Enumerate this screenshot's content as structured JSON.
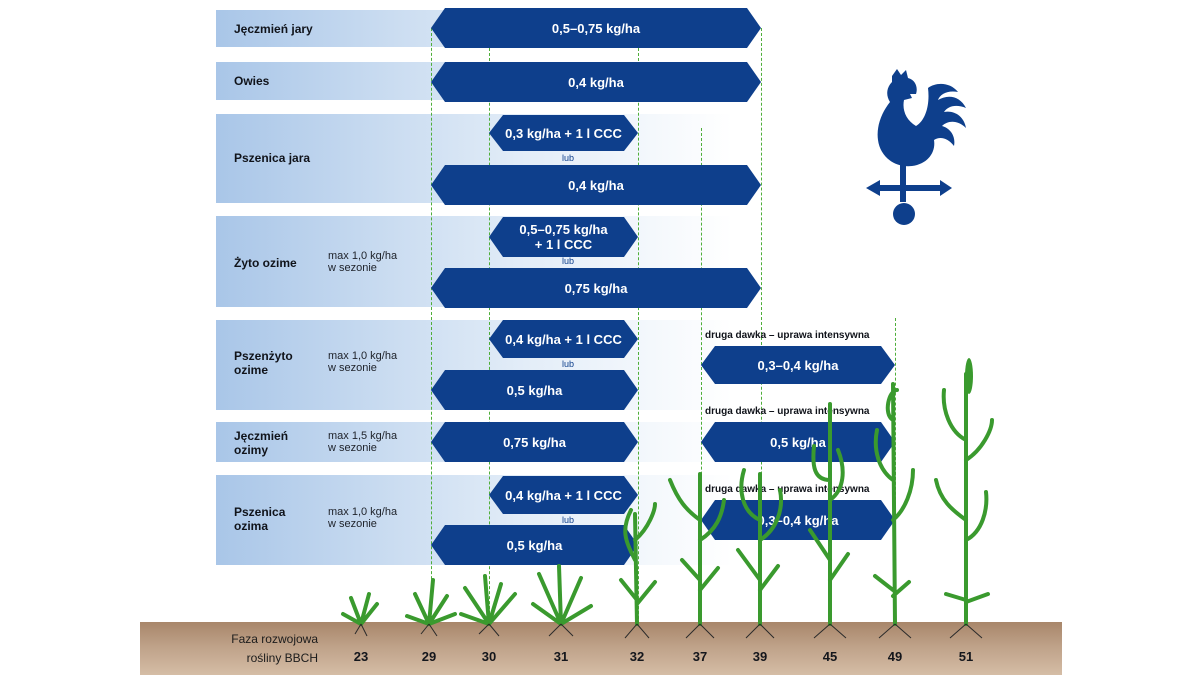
{
  "crops": [
    {
      "name": "Jęczmień jary",
      "note": ""
    },
    {
      "name": "Owies",
      "note": ""
    },
    {
      "name": "Pszenica jara",
      "note": ""
    },
    {
      "name": "Żyto ozime",
      "note": "max 1,0 kg/ha\nw sezonie"
    },
    {
      "name": "Pszenżyto\nozime",
      "note": "max 1,0 kg/ha\nw sezonie"
    },
    {
      "name": "Jęczmień\nozimy",
      "note": "max 1,5 kg/ha\nw sezonie"
    },
    {
      "name": "Pszenica\nozima",
      "note": "max 1,0 kg/ha\nw sezonie"
    }
  ],
  "doses": {
    "jeczmien_jary": "0,5–0,75 kg/ha",
    "owies": "0,4 kg/ha",
    "pszenica_jara_a": "0,3 kg/ha + 1 l CCC",
    "pszenica_jara_b": "0,4 kg/ha",
    "zyto_a": "0,5–0,75 kg/ha\n+ 1 l CCC",
    "zyto_b": "0,75 kg/ha",
    "pszenzyto_a": "0,4 kg/ha + 1 l CCC",
    "pszenzyto_b": "0,5 kg/ha",
    "pszenzyto_c": "0,3–0,4 kg/ha",
    "jeczmien_ozimy_a": "0,75 kg/ha",
    "jeczmien_ozimy_b": "0,5 kg/ha",
    "pszenica_ozima_a": "0,4 kg/ha + 1 l CCC",
    "pszenica_ozima_b": "0,5 kg/ha",
    "pszenica_ozima_c": "0,3–0,4 kg/ha"
  },
  "lub": "lub",
  "second_dose": "druga dawka – uprawa intensywna",
  "phase_label": "Faza rozwojowa\nrośliny BBCH",
  "bbch": [
    "23",
    "29",
    "30",
    "31",
    "32",
    "37",
    "39",
    "45",
    "49",
    "51"
  ],
  "colors": {
    "arrow": "#0e3f8c",
    "band": "#a9c6e8",
    "plant": "#3a9a2e",
    "soil": "#bea188"
  },
  "icons": [
    "weathercock-rooster-icon",
    "wheat-plant-icon"
  ]
}
